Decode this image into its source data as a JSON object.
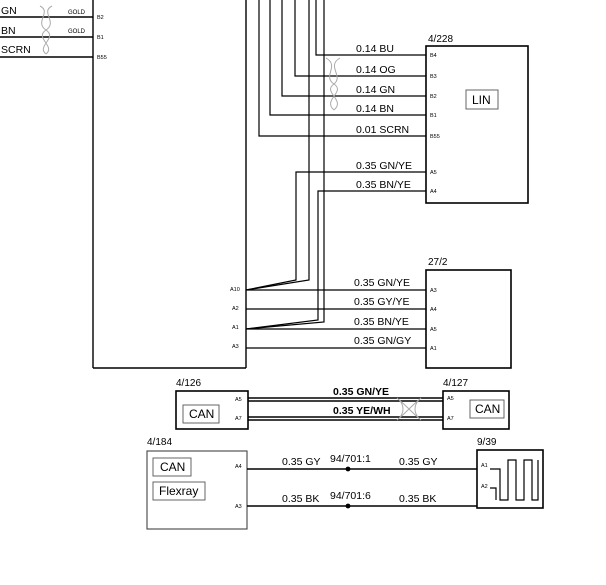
{
  "left_partial": {
    "rows": [
      {
        "label": "GN",
        "gold": "GOLD",
        "pin": "B2"
      },
      {
        "label": "BN",
        "gold": "GOLD",
        "pin": "B1"
      },
      {
        "label": "SCRN",
        "gold": "",
        "pin": "B55"
      }
    ]
  },
  "components": {
    "lin_module": {
      "ref": "4/228",
      "tag": "LIN",
      "pins": [
        "B4",
        "B3",
        "B2",
        "B1",
        "B55",
        "A5",
        "A4"
      ]
    },
    "module_27_2": {
      "ref": "27/2",
      "pins": [
        "A3",
        "A4",
        "A5",
        "A1"
      ]
    },
    "module_4_126": {
      "ref": "4/126",
      "tag": "CAN",
      "pins": [
        "A5",
        "A7"
      ]
    },
    "module_4_127": {
      "ref": "4/127",
      "tag": "CAN",
      "pins": [
        "A5",
        "A7"
      ]
    },
    "module_4_184": {
      "ref": "4/184",
      "tag1": "CAN",
      "tag2": "Flexray",
      "pins": [
        "A4",
        "A3"
      ]
    },
    "module_9_39": {
      "ref": "9/39",
      "pins": [
        "A1",
        "A2"
      ]
    },
    "main_connector": {
      "pins": [
        "A10",
        "A2",
        "A1",
        "A3"
      ]
    }
  },
  "wires": {
    "lin": [
      "0.14 BU",
      "0.14 OG",
      "0.14 GN",
      "0.14 BN",
      "0.01 SCRN",
      "0.35 GN/YE",
      "0.35 BN/YE"
    ],
    "m27": [
      "0.35 GN/YE",
      "0.35 GY/YE",
      "0.35 BN/YE",
      "0.35 GN/GY"
    ],
    "can_pair": [
      "0.35 GN/YE",
      "0.35 YE/WH"
    ],
    "antenna": {
      "top_left": "0.35 GY",
      "top_splice": "94/701:1",
      "top_right": "0.35 GY",
      "bot_left": "0.35 BK",
      "bot_splice": "94/701:6",
      "bot_right": "0.35 BK"
    }
  }
}
